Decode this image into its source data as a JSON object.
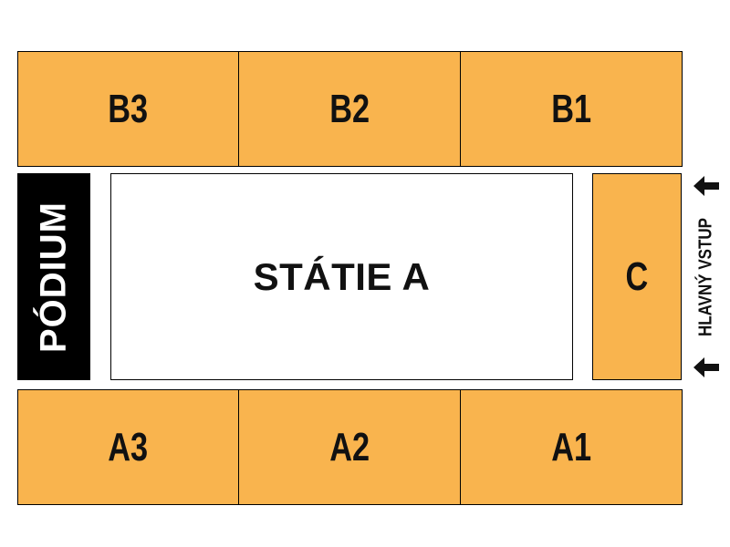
{
  "sections": {
    "b3": "B3",
    "b2": "B2",
    "b1": "B1",
    "a3": "A3",
    "a2": "A2",
    "a1": "A1",
    "c": "C"
  },
  "standing": "STÁTIE A",
  "podium": "PÓDIUM",
  "entrance": "HLAVNÝ VSTUP",
  "colors": {
    "seat_section": "#f9b44e",
    "podium": "#000000",
    "standing_area": "#ffffff"
  },
  "icons": {
    "entrance_arrows": "arrow-left-icon"
  }
}
